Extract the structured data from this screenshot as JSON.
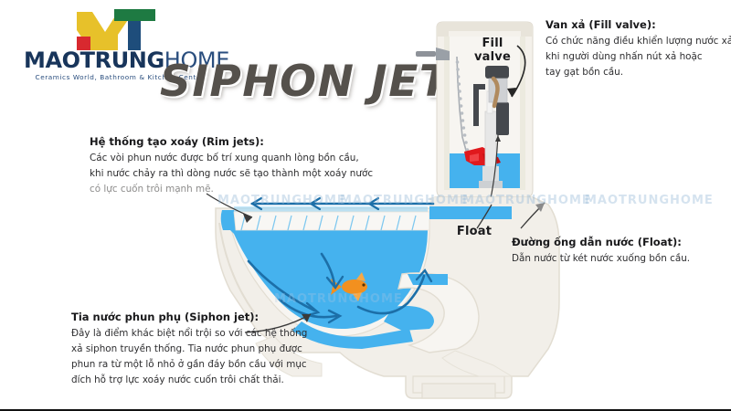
{
  "brand": {
    "name_bold": "MAOTRUNG",
    "name_light": "HOME",
    "tagline": "Ceramics World, Bathroom & Kitchen Center",
    "logo_icon": "maotrunghome-logo-mark",
    "colors": {
      "navy": "#18355b",
      "yellow": "#e7c12a",
      "green": "#1e7a42",
      "red": "#d8292f",
      "blue": "#1e4d7b"
    }
  },
  "title": "SIPHON JET",
  "title_color": "#55514c",
  "diagram": {
    "labels": {
      "fill_valve": "Fill\nvalve",
      "fill_valve_line1": "Fill",
      "fill_valve_line2": "valve",
      "float": "Float"
    },
    "colors": {
      "porcelain": "#f2efe9",
      "porcelain_edge": "#ddd8cd",
      "water": "#45b2ee",
      "water_light": "#8fd3f7",
      "arrow": "#1c6fa8",
      "valve_dark": "#3c3f45",
      "valve_grey": "#c9cbcf",
      "flapper_red": "#e0191d",
      "fish_orange": "#f08a1c"
    },
    "watermark": "MAOTRUNGHOME"
  },
  "callouts": [
    {
      "id": "fill-valve",
      "heading": "Van xả (Fill valve):",
      "lines": [
        "Có chức năng điều khiển lượng nước xả",
        "khi người dùng nhấn nút xả hoặc",
        "tay gạt bồn cầu."
      ]
    },
    {
      "id": "rim-jets",
      "heading": "Hệ thống tạo xoáy (Rim jets):",
      "lines": [
        "Các vòi phun nước được bố trí xung quanh lòng bồn cầu,",
        "khi nước chảy ra thì dòng nước sẽ tạo thành một xoáy nước",
        "có lực cuốn trôi mạnh mẽ."
      ],
      "faded_last_line": true
    },
    {
      "id": "float",
      "heading": "Đường ống dẫn nước (Float):",
      "lines": [
        "Dẫn nước từ két nước xuống bồn cầu."
      ]
    },
    {
      "id": "siphon-jet",
      "heading": "Tia nước phun phụ (Siphon jet):",
      "lines": [
        "Đây là điểm khác biệt nổi trội so với các hệ thống",
        "xả siphon truyền thống. Tia nước phun phụ được",
        "phun ra từ một lỗ nhỏ ở gần đáy bồn cầu với mục",
        "đích hỗ trợ lực xoáy nước cuốn trôi chất thải."
      ]
    }
  ]
}
